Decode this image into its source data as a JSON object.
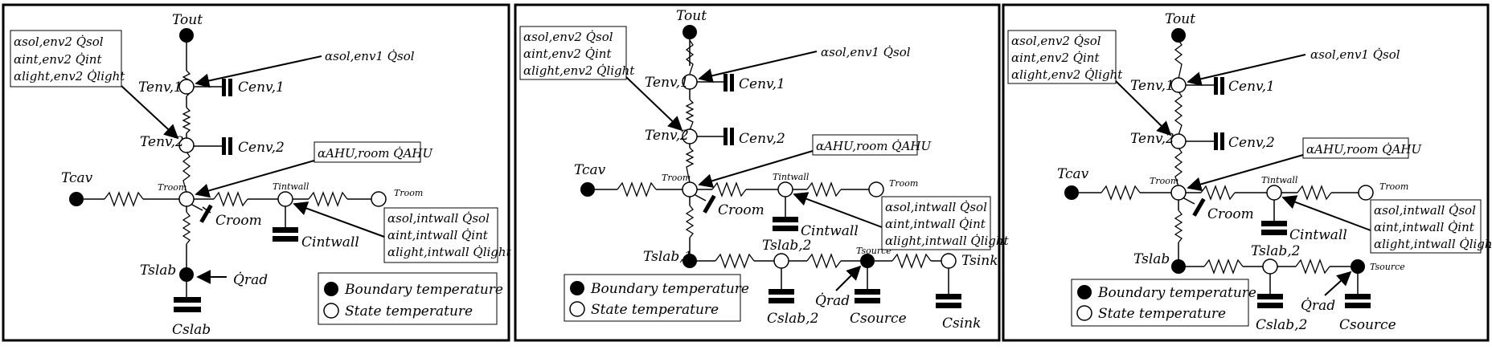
{
  "panels": [
    {
      "T_out": "Tout",
      "T_env1": "Tenv,1",
      "T_env2": "Tenv,2",
      "C_env1": "Cenv,1",
      "C_env2": "Cenv,2",
      "T_cav": "Tcav",
      "T_room": "Troom",
      "C_room": "Croom",
      "T_intwall": "Tintwall",
      "T_room_right": "Troom",
      "C_intwall": "Cintwall",
      "T_slab": "Tslab",
      "C_slab": "Cslab",
      "Q_rad": "Q̇rad",
      "gain_env2": [
        "αsol,env2 Q̇sol",
        "αint,env2 Q̇int",
        "αlight,env2 Q̇light"
      ],
      "gain_env1": "αsol,env1 Q̇sol",
      "gain_ahu": "αAHU,room Q̇AHU",
      "gain_intwall": [
        "αsol,intwall Q̇sol",
        "αint,intwall Q̇int",
        "αlight,intwall Q̇light"
      ],
      "legend_boundary": "Boundary temperature",
      "legend_state": "State temperature"
    },
    {
      "T_out": "Tout",
      "T_env1": "Tenv,1",
      "T_env2": "Tenv,2",
      "C_env1": "Cenv,1",
      "C_env2": "Cenv,2",
      "T_cav": "Tcav",
      "T_room": "Troom",
      "C_room": "Croom",
      "T_intwall": "Tintwall",
      "T_room_right": "Troom",
      "C_intwall": "Cintwall",
      "T_slab1": "Tslab,1",
      "T_slab2": "Tslab,2",
      "C_slab2": "Cslab,2",
      "T_source": "Tsource",
      "C_source": "Csource",
      "T_sink": "Tsink",
      "C_sink": "Csink",
      "Q_rad": "Q̇rad",
      "gain_env2": [
        "αsol,env2 Q̇sol",
        "αint,env2 Q̇int",
        "αlight,env2 Q̇light"
      ],
      "gain_env1": "αsol,env1 Q̇sol",
      "gain_ahu": "αAHU,room Q̇AHU",
      "gain_intwall": [
        "αsol,intwall Q̇sol",
        "αint,intwall Q̇int",
        "αlight,intwall Q̇light"
      ],
      "legend_boundary": "Boundary temperature",
      "legend_state": "State temperature"
    },
    {
      "T_out": "Tout",
      "T_env1": "Tenv,1",
      "T_env2": "Tenv,2",
      "C_env1": "Cenv,1",
      "C_env2": "Cenv,2",
      "T_cav": "Tcav",
      "T_room": "Troom",
      "C_room": "Croom",
      "T_intwall": "Tintwall",
      "T_room_right": "Troom",
      "C_intwall": "Cintwall",
      "T_slab": "Tslab",
      "T_slab2": "Tslab,2",
      "C_slab2": "Cslab,2",
      "T_source": "Tsource",
      "C_source": "Csource",
      "Q_rad": "Q̇rad",
      "gain_env2": [
        "αsol,env2 Q̇sol",
        "αint,env2 Q̇int",
        "αlight,env2 Q̇light"
      ],
      "gain_env1": "αsol,env1 Q̇sol",
      "gain_ahu": "αAHU,room Q̇AHU",
      "gain_intwall": [
        "αsol,intwall Q̇sol",
        "αint,intwall Q̇int",
        "αlight,intwall Q̇light"
      ],
      "legend_boundary": "Boundary temperature",
      "legend_state": "State temperature"
    }
  ]
}
